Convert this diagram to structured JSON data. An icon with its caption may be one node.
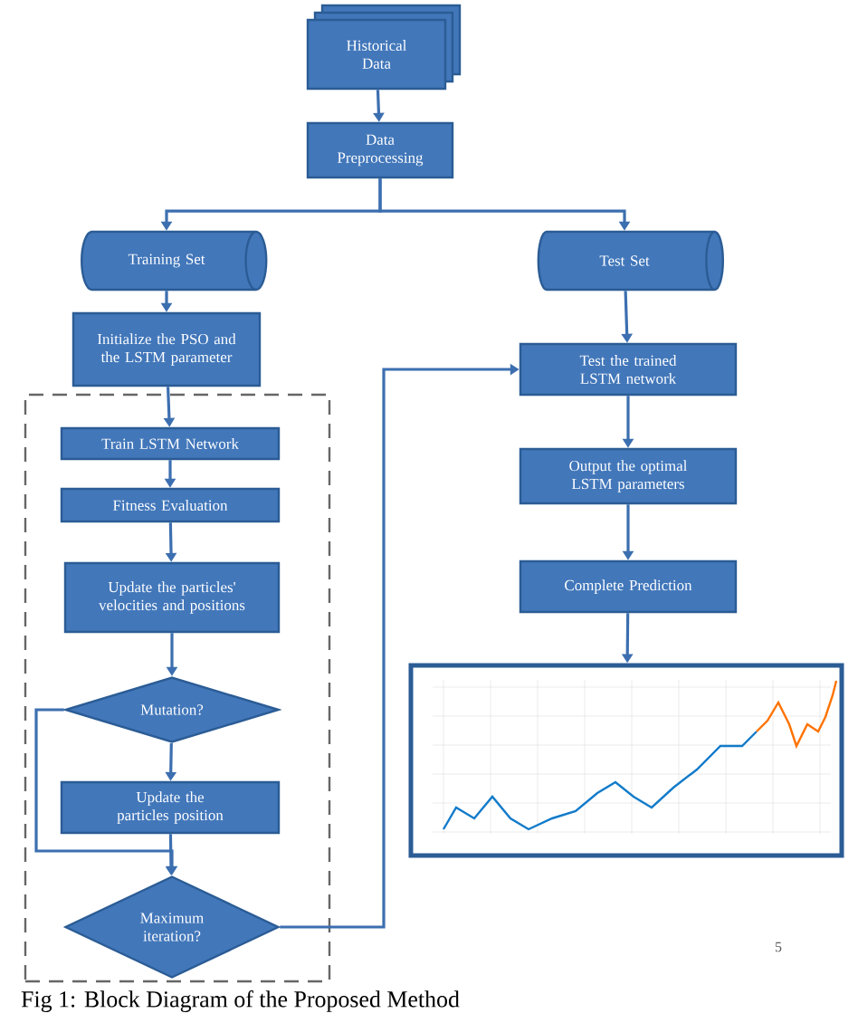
{
  "diagram": {
    "caption": "Fig 1: Block Diagram of the Proposed Method",
    "nodes": [
      {
        "text": [
          "Historical Data"
        ]
      },
      {
        "text": [
          "Data Preprocessing"
        ]
      },
      {
        "text": [
          "Training Set"
        ]
      },
      {
        "text": [
          "Test Set"
        ]
      },
      {
        "text": [
          "Initialize the PSO and the LSTM parameter"
        ]
      },
      {
        "text": [],
        "shape": "box"
      },
      {
        "text": [
          "Train LSTM Network"
        ],
        "in": 5
      },
      {
        "text": [
          "Fitness Evaluation"
        ],
        "in": 5
      },
      {
        "text": [
          "Update the particles' velocities and positions"
        ],
        "in": 5
      },
      {
        "text": [
          "Mutation?"
        ],
        "in": 5
      },
      {
        "text": [
          "Update the particles position"
        ],
        "in": 5
      },
      {
        "text": [
          "Maximum iteration?"
        ],
        "in": 5
      },
      {
        "text": [
          "Test the trained LSTM network"
        ]
      },
      {
        "text": [
          "Output the optimal LSTM parameters"
        ]
      },
      {
        "text": [
          "Complete Prediction"
        ]
      },
      {
        "text": [],
        "shape": "picture"
      }
    ],
    "edges": [
      {
        "from": 0,
        "to": 1,
        "arrow": "to"
      },
      {
        "from": 1,
        "to": 2,
        "arrow": "to"
      },
      {
        "from": 1,
        "to": 3,
        "arrow": "to"
      },
      {
        "from": 2,
        "to": 4,
        "arrow": "to"
      },
      {
        "from": 4,
        "to": 6,
        "arrow": "to"
      },
      {
        "from": 6,
        "to": 7,
        "arrow": "to"
      },
      {
        "from": 7,
        "to": 8,
        "arrow": "to"
      },
      {
        "from": 8,
        "to": 9,
        "arrow": "to"
      },
      {
        "from": 9,
        "to": 10,
        "arrow": "to"
      },
      {
        "from": 9,
        "to": 11,
        "arrow": "to"
      },
      {
        "from": 10,
        "to": 11,
        "arrow": "to"
      },
      {
        "from": 11,
        "to": 12,
        "arrow": "to"
      },
      {
        "from": 3,
        "to": 12,
        "arrow": "to"
      },
      {
        "from": 12,
        "to": 13,
        "arrow": "to"
      },
      {
        "from": 13,
        "to": 14,
        "arrow": "to"
      },
      {
        "from": 14,
        "to": 15,
        "arrow": "to"
      }
    ],
    "labels": [
      "5"
    ]
  }
}
